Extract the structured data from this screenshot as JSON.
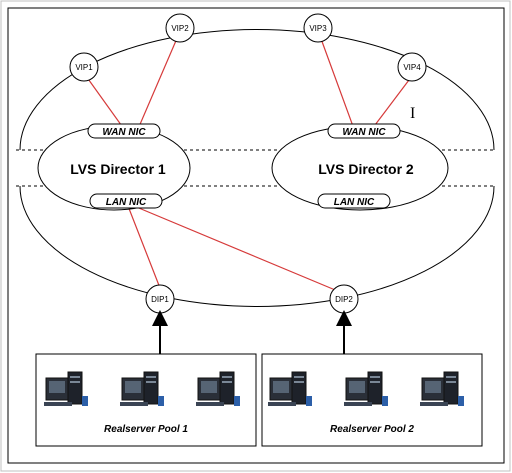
{
  "colors": {
    "link": "#d63a3a",
    "line": "#000000",
    "frame": "#c0c0c0"
  },
  "vips": [
    "VIP1",
    "VIP2",
    "VIP3",
    "VIP4"
  ],
  "dips": [
    "DIP1",
    "DIP2"
  ],
  "directors": [
    {
      "name": "LVS Director 1",
      "wan_nic": "WAN NIC",
      "lan_nic": "LAN NIC"
    },
    {
      "name": "LVS Director 2",
      "wan_nic": "WAN NIC",
      "lan_nic": "LAN NIC"
    }
  ],
  "pools": [
    {
      "label": "Realserver Pool 1",
      "server_icon": "server-icon",
      "server_count": 3
    },
    {
      "label": "Realserver Pool 2",
      "server_icon": "server-icon",
      "server_count": 3
    }
  ]
}
